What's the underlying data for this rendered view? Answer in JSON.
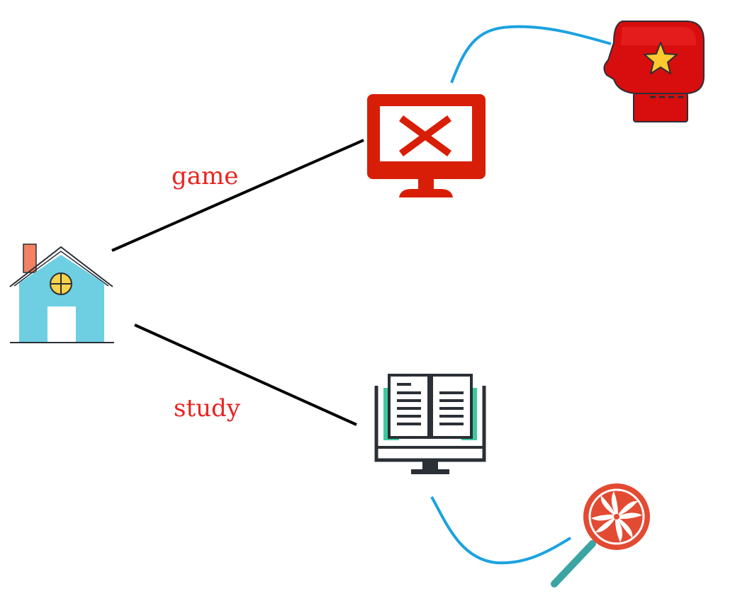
{
  "diagram": {
    "nodes": {
      "home": {
        "icon": "house-icon"
      },
      "game": {
        "icon": "monitor-x-icon"
      },
      "study": {
        "icon": "monitor-book-icon"
      },
      "game_result": {
        "icon": "boxing-glove-icon"
      },
      "study_result": {
        "icon": "lollipop-icon"
      }
    },
    "edges": {
      "game": {
        "label": "game",
        "from": "home",
        "to": "game"
      },
      "study": {
        "label": "study",
        "from": "home",
        "to": "study"
      },
      "game_result": {
        "from": "game",
        "to": "game_result"
      },
      "study_result": {
        "from": "study",
        "to": "study_result"
      }
    },
    "colors": {
      "label_text": "#e8231f",
      "main_edge": "#000000",
      "result_edge": "#1ba2e0",
      "house_body": "#6ecfe3",
      "house_chimney": "#f28262",
      "house_window": "#f7d24a",
      "monitor_red": "#d81e06",
      "glove_red": "#d80d0d",
      "glove_star": "#fdc92f",
      "book_pages_accent": "#3dc9a0",
      "outline_dark": "#2b2f36",
      "lollipop_candy": "#e24a32",
      "lollipop_stick": "#3aa5a3"
    }
  }
}
